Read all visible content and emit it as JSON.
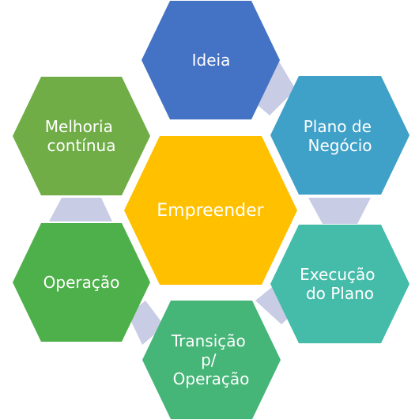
{
  "colors": {
    "center": "#FFC000",
    "ideia": "#4472C4",
    "plano": "#3FA0C8",
    "execucao": "#45BCA9",
    "transicao": "#46B578",
    "operacao": "#4DB04A",
    "melhoria": "#70AD47",
    "connector": "#C8CCE4",
    "label": "#FFFFFF"
  },
  "diagram": {
    "center": {
      "lines": [
        "Empreender"
      ]
    },
    "nodes": [
      {
        "key": "ideia",
        "lines": [
          "Ideia"
        ]
      },
      {
        "key": "plano",
        "lines": [
          "Plano de",
          "Negócio"
        ]
      },
      {
        "key": "execucao",
        "lines": [
          "Execução",
          "do Plano"
        ]
      },
      {
        "key": "transicao",
        "lines": [
          "Transição",
          "p/",
          "Operação"
        ]
      },
      {
        "key": "operacao",
        "lines": [
          "Operação"
        ]
      },
      {
        "key": "melhoria",
        "lines": [
          "Melhoria",
          "contínua"
        ]
      }
    ]
  }
}
